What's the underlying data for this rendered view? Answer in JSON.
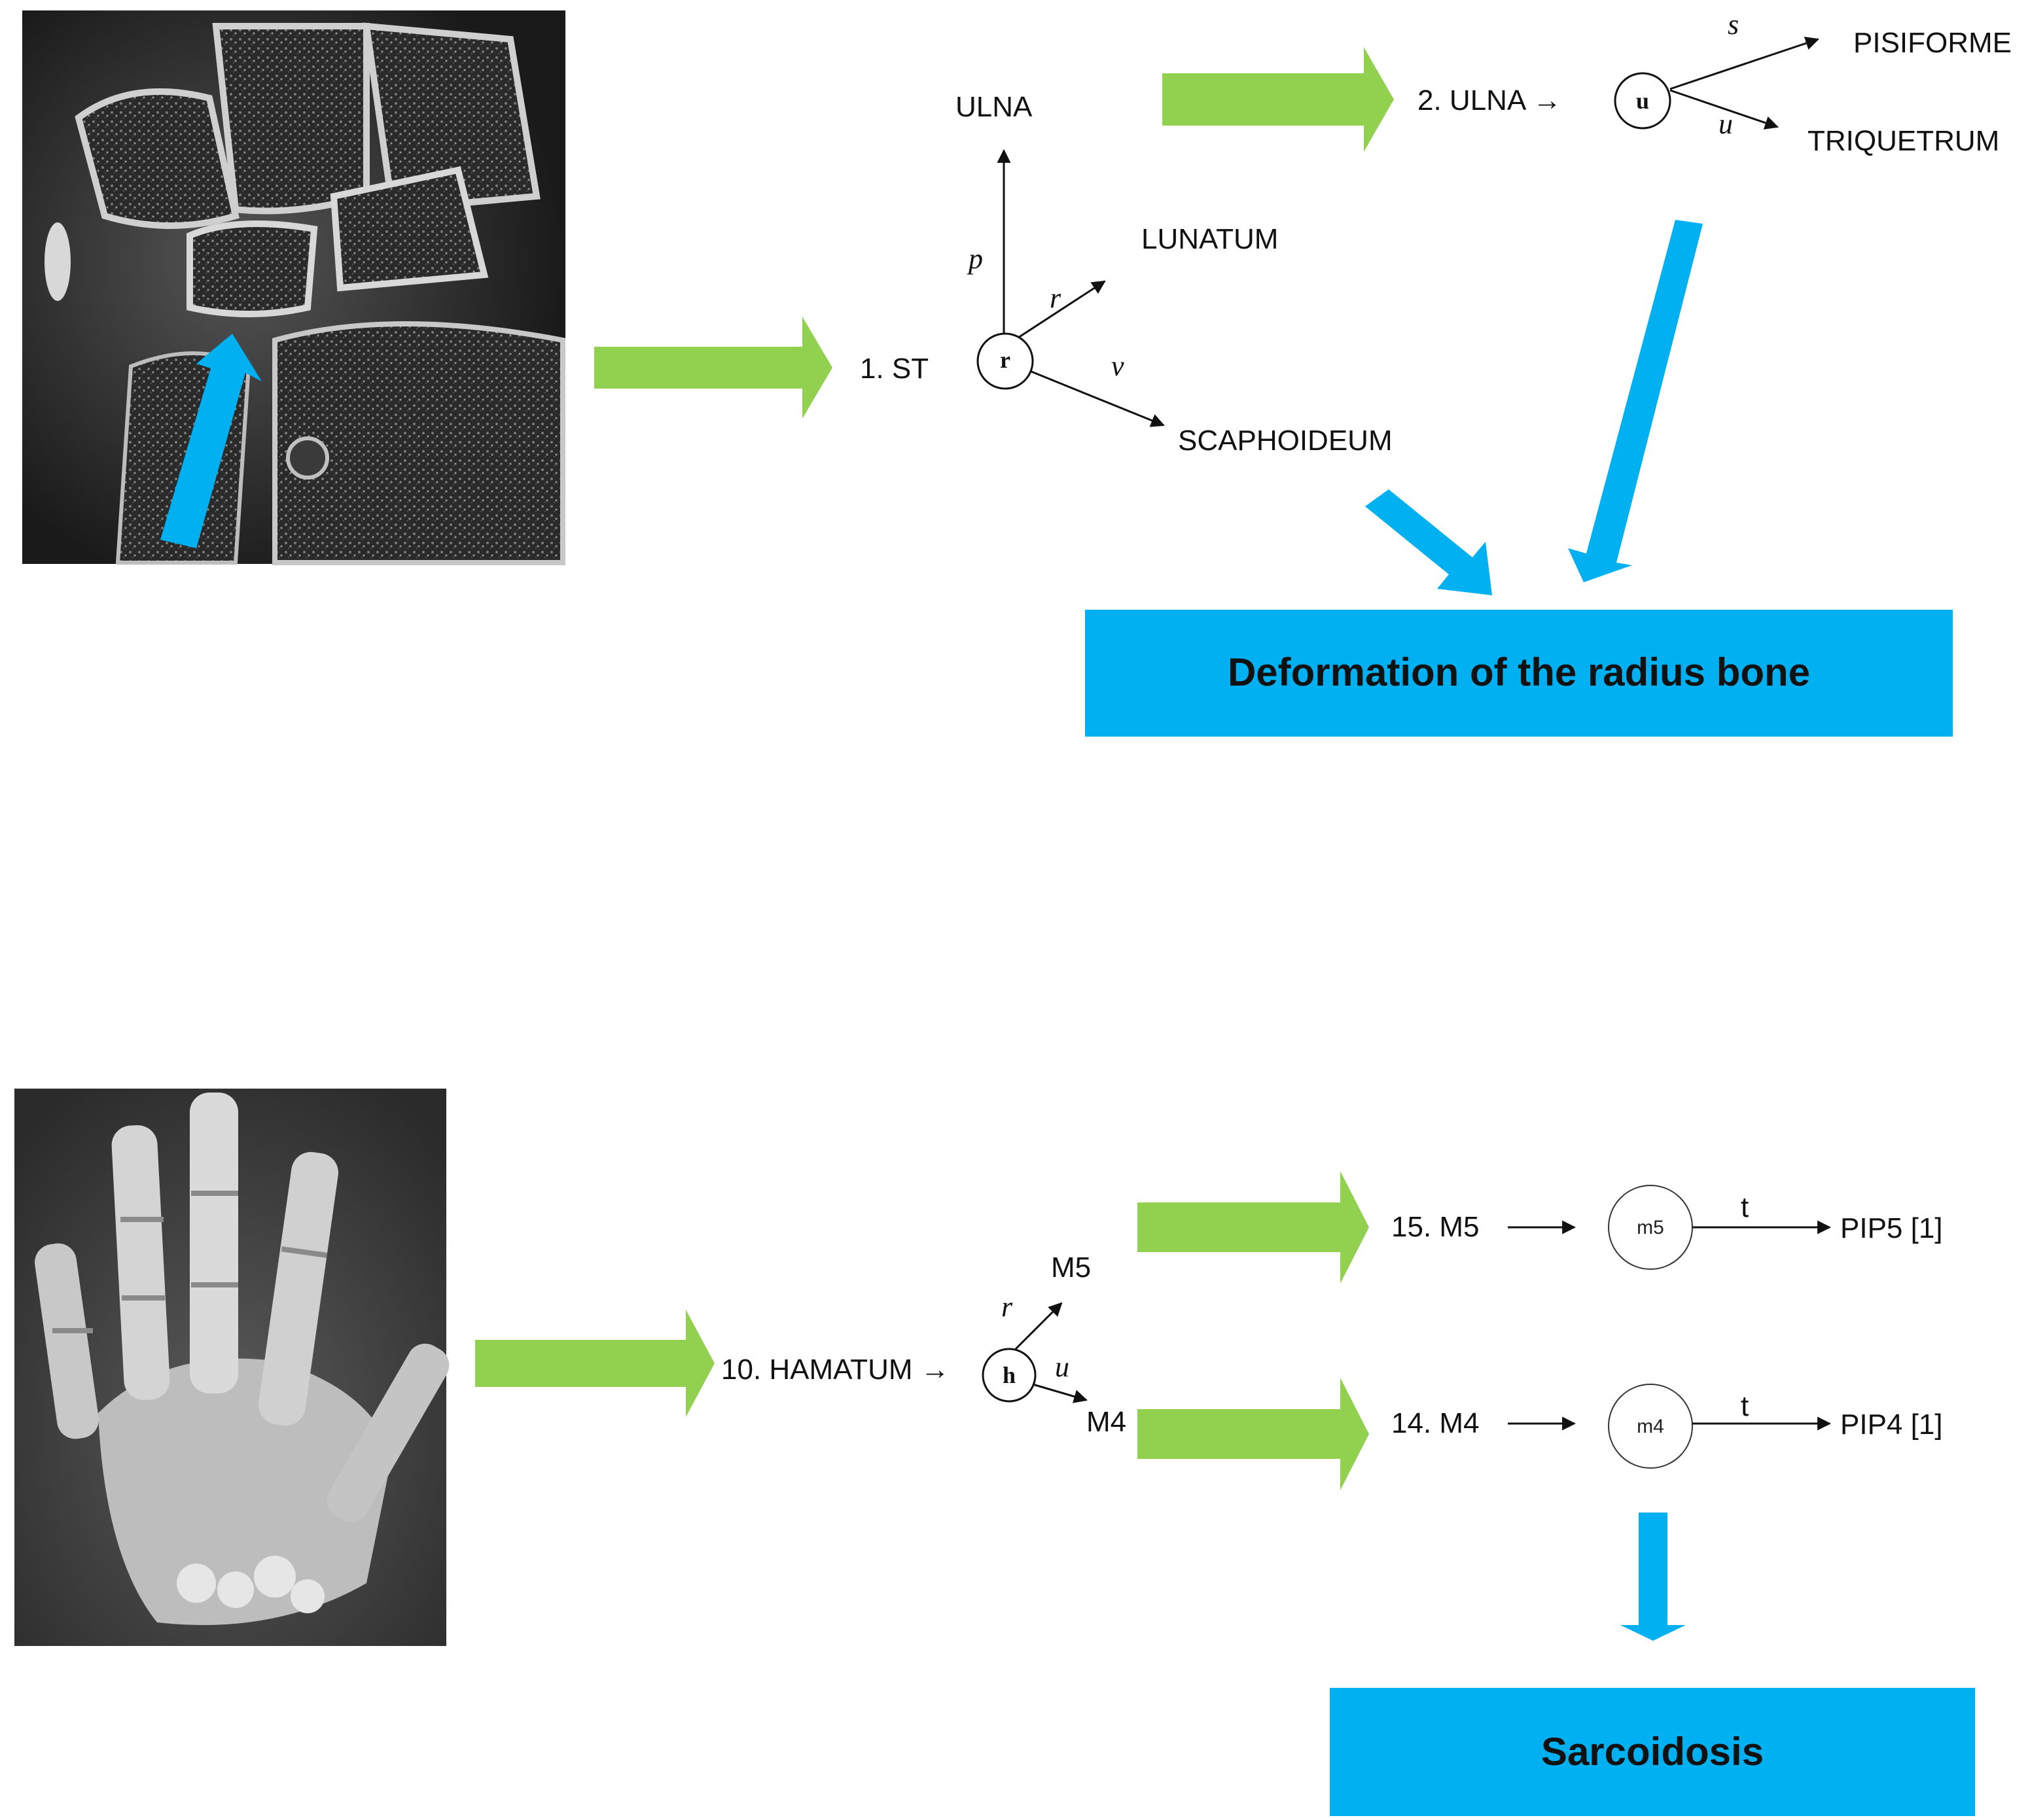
{
  "colors": {
    "green_arrow": "#92d050",
    "blue": "#00b0f0",
    "ink": "#111111"
  },
  "top": {
    "image": "wrist-mri-image",
    "step1_label": "1. ST",
    "node_r": "r",
    "ulna": "ULNA",
    "lunatum": "LUNATUM",
    "scaphoideum": "SCAPHOIDEUM",
    "edge_p": "p",
    "edge_r": "r",
    "edge_v": "v",
    "step2_label": "2. ULNA →",
    "node_u": "u",
    "pisiforme": "PISIFORME",
    "triquetrum": "TRIQUETRUM",
    "edge_s": "s",
    "edge_u": "u",
    "result": "Deformation of the radius bone"
  },
  "bottom": {
    "image": "hand-xray-image",
    "step10_label": "10. HAMATUM →",
    "node_h": "h",
    "m5": "M5",
    "m4": "M4",
    "edge_r": "r",
    "edge_u": "u",
    "step15_label": "15. M5",
    "node_m5": "m5",
    "pip5": "PIP5 [1]",
    "edge_t1": "t",
    "step14_label": "14. M4",
    "node_m4": "m4",
    "pip4": "PIP4 [1]",
    "edge_t2": "t",
    "result": "Sarcoidosis"
  }
}
